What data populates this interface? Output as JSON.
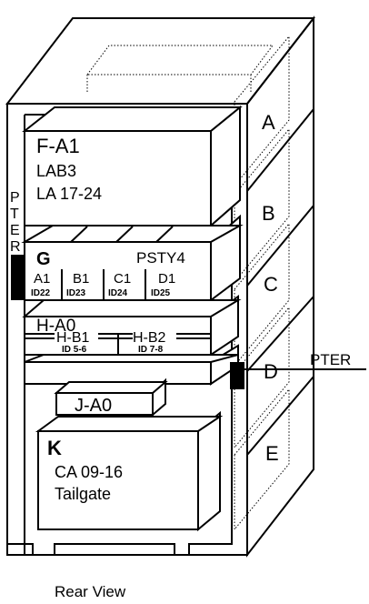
{
  "caption": "Rear View",
  "slots": {
    "a": "A",
    "b": "B",
    "c": "C",
    "d": "D",
    "e": "E"
  },
  "pter_vertical": [
    "P",
    "T",
    "E",
    "R"
  ],
  "pter_right": "PTER",
  "fa1": {
    "title": "F-A1",
    "line1": "LAB3",
    "line2": "LA 17-24"
  },
  "g": {
    "title": "G",
    "psty": "PSTY4",
    "cols": [
      {
        "top": "A1",
        "bottom": "ID22"
      },
      {
        "top": "B1",
        "bottom": "ID23"
      },
      {
        "top": "C1",
        "bottom": "ID24"
      },
      {
        "top": "D1",
        "bottom": "ID25"
      }
    ]
  },
  "h": {
    "title": "H-A0",
    "b1": "H-B1",
    "b1_id": "ID 5-6",
    "b2": "H-B2",
    "b2_id": "ID 7-8"
  },
  "j": {
    "title": "J-A0"
  },
  "k": {
    "title": "K",
    "line1": "CA 09-16",
    "line2": "Tailgate"
  }
}
